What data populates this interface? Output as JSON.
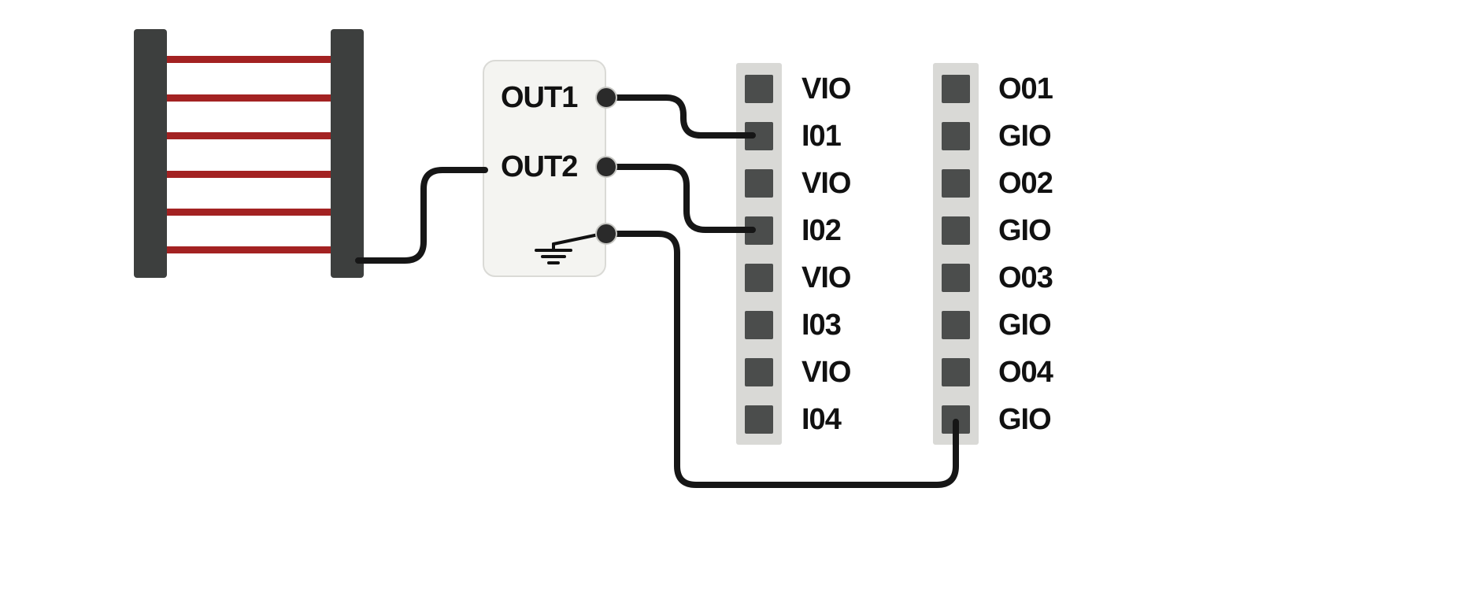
{
  "device_box": {
    "out1_label": "OUT1",
    "out2_label": "OUT2",
    "ground_symbol": "earth-ground"
  },
  "strips": {
    "left": {
      "labels": [
        "VIO",
        "I01",
        "VIO",
        "I02",
        "VIO",
        "I03",
        "VIO",
        "I04"
      ]
    },
    "right": {
      "labels": [
        "O01",
        "GIO",
        "O02",
        "GIO",
        "O03",
        "GIO",
        "O04",
        "GIO"
      ]
    }
  },
  "light_curtain": {
    "beam_count": 6,
    "beam_color": "#a32222",
    "rail_color": "#3d3f3e"
  },
  "wires": {
    "color": "#161616",
    "connections": [
      {
        "from": "light-curtain",
        "to": "device-box-OUT2-side"
      },
      {
        "from": "OUT1",
        "to": "I01"
      },
      {
        "from": "OUT2",
        "to": "I02"
      },
      {
        "from": "ground",
        "to": "GIO-bottom"
      }
    ]
  },
  "colors": {
    "background": "#ffffff",
    "terminal_body": "#d9d9d6",
    "terminal_pin": "#4b4d4c",
    "device_box_fill": "#f4f4f1",
    "device_box_border": "#dadad6",
    "text": "#111111"
  }
}
